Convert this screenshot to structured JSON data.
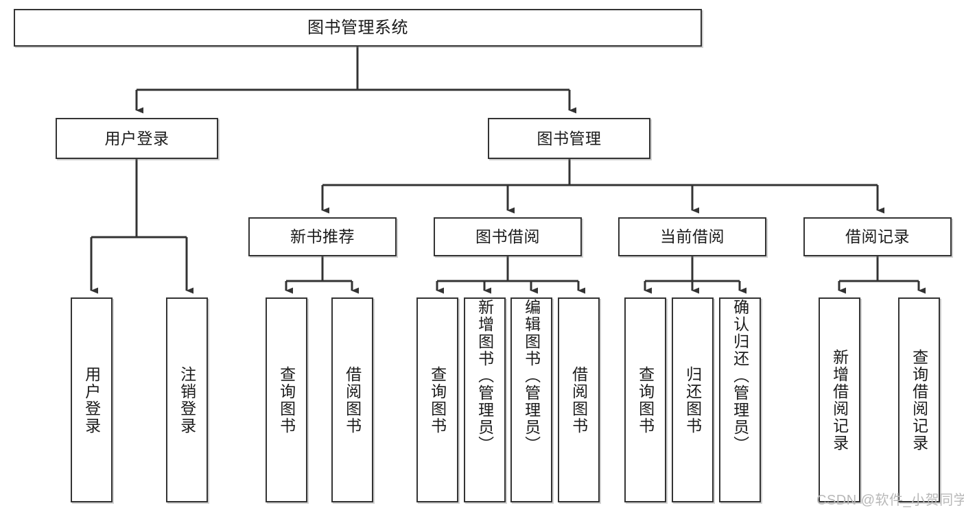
{
  "diagram": {
    "title": "图书管理系统",
    "type": "tree-hierarchy",
    "colors": {
      "box_border": "#333333",
      "box_fill": "#ffffff",
      "edge": "#333333",
      "text": "#1b1b1b",
      "watermark": "#b8b8b8"
    },
    "root": {
      "label": "图书管理系统"
    },
    "level2": [
      {
        "label": "用户登录"
      },
      {
        "label": "图书管理"
      }
    ],
    "level3": [
      {
        "label": "新书推荐"
      },
      {
        "label": "图书借阅"
      },
      {
        "label": "当前借阅"
      },
      {
        "label": "借阅记录"
      }
    ],
    "leaves": {
      "user_login": [
        {
          "label": "用户登录"
        },
        {
          "label": "注销登录"
        }
      ],
      "new_book": [
        {
          "label": "查询图书"
        },
        {
          "label": "借阅图书"
        }
      ],
      "book_borrow": [
        {
          "label": "查询图书"
        },
        {
          "label": "新增图书（管理员）"
        },
        {
          "label": "编辑图书（管理员）"
        },
        {
          "label": "借阅图书"
        }
      ],
      "current_borrow": [
        {
          "label": "查询图书"
        },
        {
          "label": "归还图书"
        },
        {
          "label": "确认归还（管理员）"
        }
      ],
      "borrow_record": [
        {
          "label": "新增借阅记录"
        },
        {
          "label": "查询借阅记录"
        }
      ]
    }
  },
  "watermark": {
    "text": "CSDN @软件_小贺同学"
  }
}
